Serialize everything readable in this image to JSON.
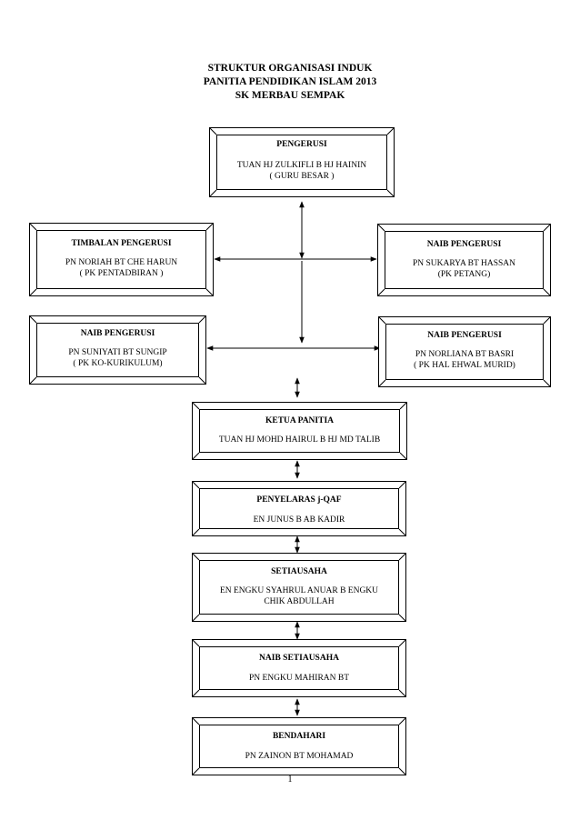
{
  "header": {
    "line1": "STRUKTUR ORGANISASI INDUK",
    "line2": "PANITIA PENDIDIKAN ISLAM 2013",
    "line3": "SK MERBAU SEMPAK"
  },
  "positions": {
    "pengerusi": {
      "role": "PENGERUSI",
      "name1": "TUAN HJ ZULKIFLI B HJ HAININ",
      "name2": "( GURU BESAR )"
    },
    "timbalan": {
      "role": "TIMBALAN PENGERUSI",
      "name1": "PN NORIAH BT CHE HARUN",
      "name2": "( PK PENTADBIRAN )"
    },
    "naib_petang": {
      "role": "NAIB PENGERUSI",
      "name1": "PN SUKARYA BT HASSAN",
      "name2": "(PK PETANG)"
    },
    "naib_koku": {
      "role": "NAIB PENGERUSI",
      "name1": "PN SUNIYATI BT SUNGIP",
      "name2": "( PK KO-KURIKULUM)"
    },
    "naib_hem": {
      "role": "NAIB PENGERUSI",
      "name1": "PN NORLIANA BT BASRI",
      "name2": "( PK HAL EHWAL MURID)"
    },
    "ketua_panitia": {
      "role": "KETUA PANITIA",
      "name1": "TUAN HJ MOHD HAIRUL B HJ MD TALIB"
    },
    "penyelaras": {
      "role": "PENYELARAS j-QAF",
      "name1": "EN JUNUS B AB KADIR"
    },
    "setiausaha": {
      "role": "SETIAUSAHA",
      "name1": "EN ENGKU SYAHRUL ANUAR B ENGKU",
      "name2": "CHIK ABDULLAH"
    },
    "naib_setiausaha": {
      "role": "NAIB SETIAUSAHA",
      "name1": "PN ENGKU MAHIRAN BT"
    },
    "bendahari": {
      "role": "BENDAHARI",
      "name1": "PN ZAINON BT MOHAMAD"
    }
  },
  "footer": {
    "page_number": "1"
  }
}
